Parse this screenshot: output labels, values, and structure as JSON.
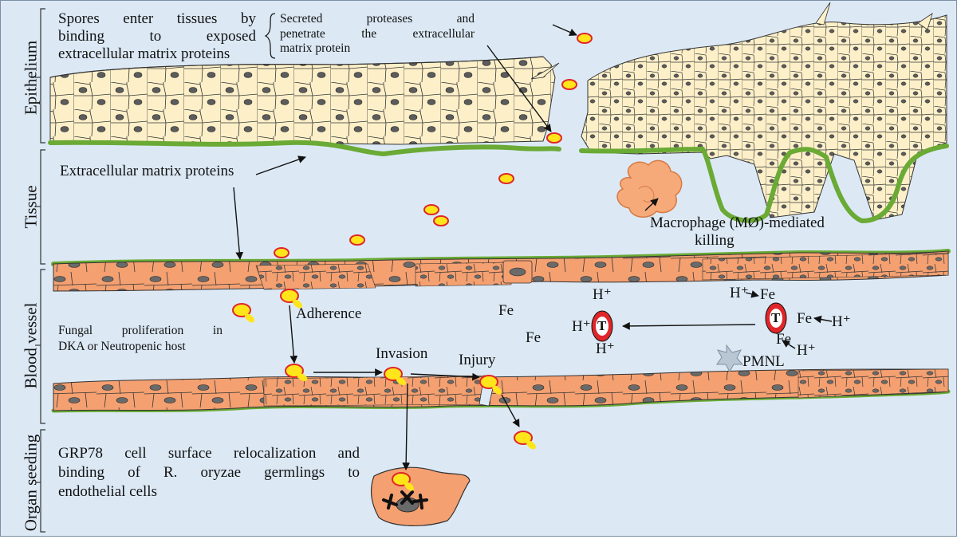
{
  "sections": {
    "epithelium": "Epithelium",
    "tissue": "Tissue",
    "blood_vessel": "Blood vessel",
    "organ_seeding": "Organ seeding"
  },
  "annotations": {
    "spores_line1": "Spores enter tissues by",
    "spores_line2": "binding to exposed",
    "spores_line3": "extracellular matrix proteins",
    "proteases_line1": "Secreted proteases and",
    "proteases_line2": "penetrate the extracellular",
    "proteases_line3": "matrix protein",
    "ecm": "Extracellular matrix proteins",
    "macrophage_line1": "Macrophage (MØ)-mediated",
    "macrophage_line2": "killing",
    "adherence": "Adherence",
    "prolif_line1": "Fungal proliferation in",
    "prolif_line2": "DKA or Neutropenic host",
    "invasion": "Invasion",
    "injury": "Injury",
    "pmnl": "PMNL",
    "grp_line1": "GRP78 cell surface relocalization and",
    "grp_line2": "binding of R. oryzae germlings to",
    "grp_line3": "endothelial cells"
  },
  "chemistry": {
    "fe": "Fe",
    "h_plus": "H⁺",
    "transferrin": "T"
  },
  "colors": {
    "background": "#dce9f5",
    "epithelial_cell": "#fdf0c9",
    "endothelial_cell": "#f4a071",
    "matrix_green": "#6aaa35",
    "spore_fill": "#ffe51a",
    "spore_border": "#e0262a",
    "macrophage": "#f6aa79"
  }
}
